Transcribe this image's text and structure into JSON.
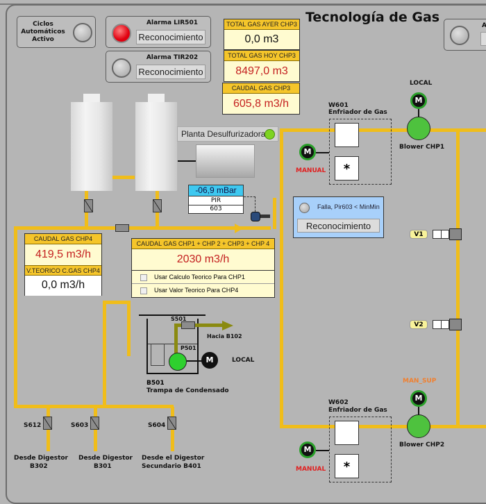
{
  "title": "Tecnología de Gas",
  "status": {
    "ciclos_label": "Ciclos Automáticos Activo",
    "alarm_lir501": {
      "label": "Alarma LIR501",
      "button": "Reconocimiento",
      "state": "active"
    },
    "alarm_tir202": {
      "label": "Alarma TIR202",
      "button": "Reconocimiento",
      "state": "inactive"
    },
    "alarm_right_partial": {
      "label": "A"
    }
  },
  "totals": {
    "ayer": {
      "label": "TOTAL GAS AYER CHP3",
      "value": "0,0 m3"
    },
    "hoy": {
      "label": "TOTAL GAS HOY CHP3",
      "value": "8497,0 m3"
    },
    "caudal_chp3": {
      "label": "CAUDAL GAS CHP3",
      "value": "605,8 m3/h"
    }
  },
  "desulf": {
    "label": "Planta Desulfurizadora",
    "status_color": "#7ed321"
  },
  "pir603": {
    "value": "-06,9 mBar",
    "tag1": "PIR",
    "tag2": "603"
  },
  "chp4": {
    "caudal": {
      "label": "CAUDAL GAS CHP4",
      "value": "419,5 m3/h"
    },
    "teorico": {
      "label": "V.TEORICO C.GAS CHP4",
      "value": "0,0 m3/h"
    }
  },
  "total_chp": {
    "label": "CAUDAL GAS CHP1 + CHP 2 + CHP3 + CHP 4",
    "value": "2030 m3/h",
    "options": [
      {
        "label": "Usar Calculo Teorico Para CHP1",
        "checked": false
      },
      {
        "label": "Usar Valor Teorico Para CHP4",
        "checked": false
      }
    ]
  },
  "fault": {
    "text": "Falla, Pir603 < MinMin",
    "button": "Reconocimiento"
  },
  "w601": {
    "id": "W601",
    "name": "Enfriador de Gas",
    "motor_mode": "MANUAL",
    "motor": "M",
    "star": "*"
  },
  "w602": {
    "id": "W602",
    "name": "Enfriador de Gas",
    "motor_mode": "MANUAL",
    "motor": "M",
    "star": "*"
  },
  "blower1": {
    "label": "Blower CHP1",
    "mode": "LOCAL",
    "motor": "M"
  },
  "blower2": {
    "label": "Blower CHP2",
    "mode": "MAN_SUP",
    "motor": "M"
  },
  "valves": {
    "v1": "V1",
    "v2": "V2"
  },
  "trap": {
    "s501": "S501",
    "p501": "P501",
    "hacia": "Hacia B102",
    "motor": "M",
    "mode": "LOCAL",
    "id": "B501",
    "name": "Trampa de Condensado"
  },
  "inlets": [
    {
      "valve": "S612",
      "line1": "Desde Digestor",
      "line2": "B302"
    },
    {
      "valve": "S603",
      "line1": "Desde Digestor",
      "line2": "B301"
    },
    {
      "valve": "S604",
      "line1": "Desde el Digestor",
      "line2": "Secundario B401"
    }
  ]
}
